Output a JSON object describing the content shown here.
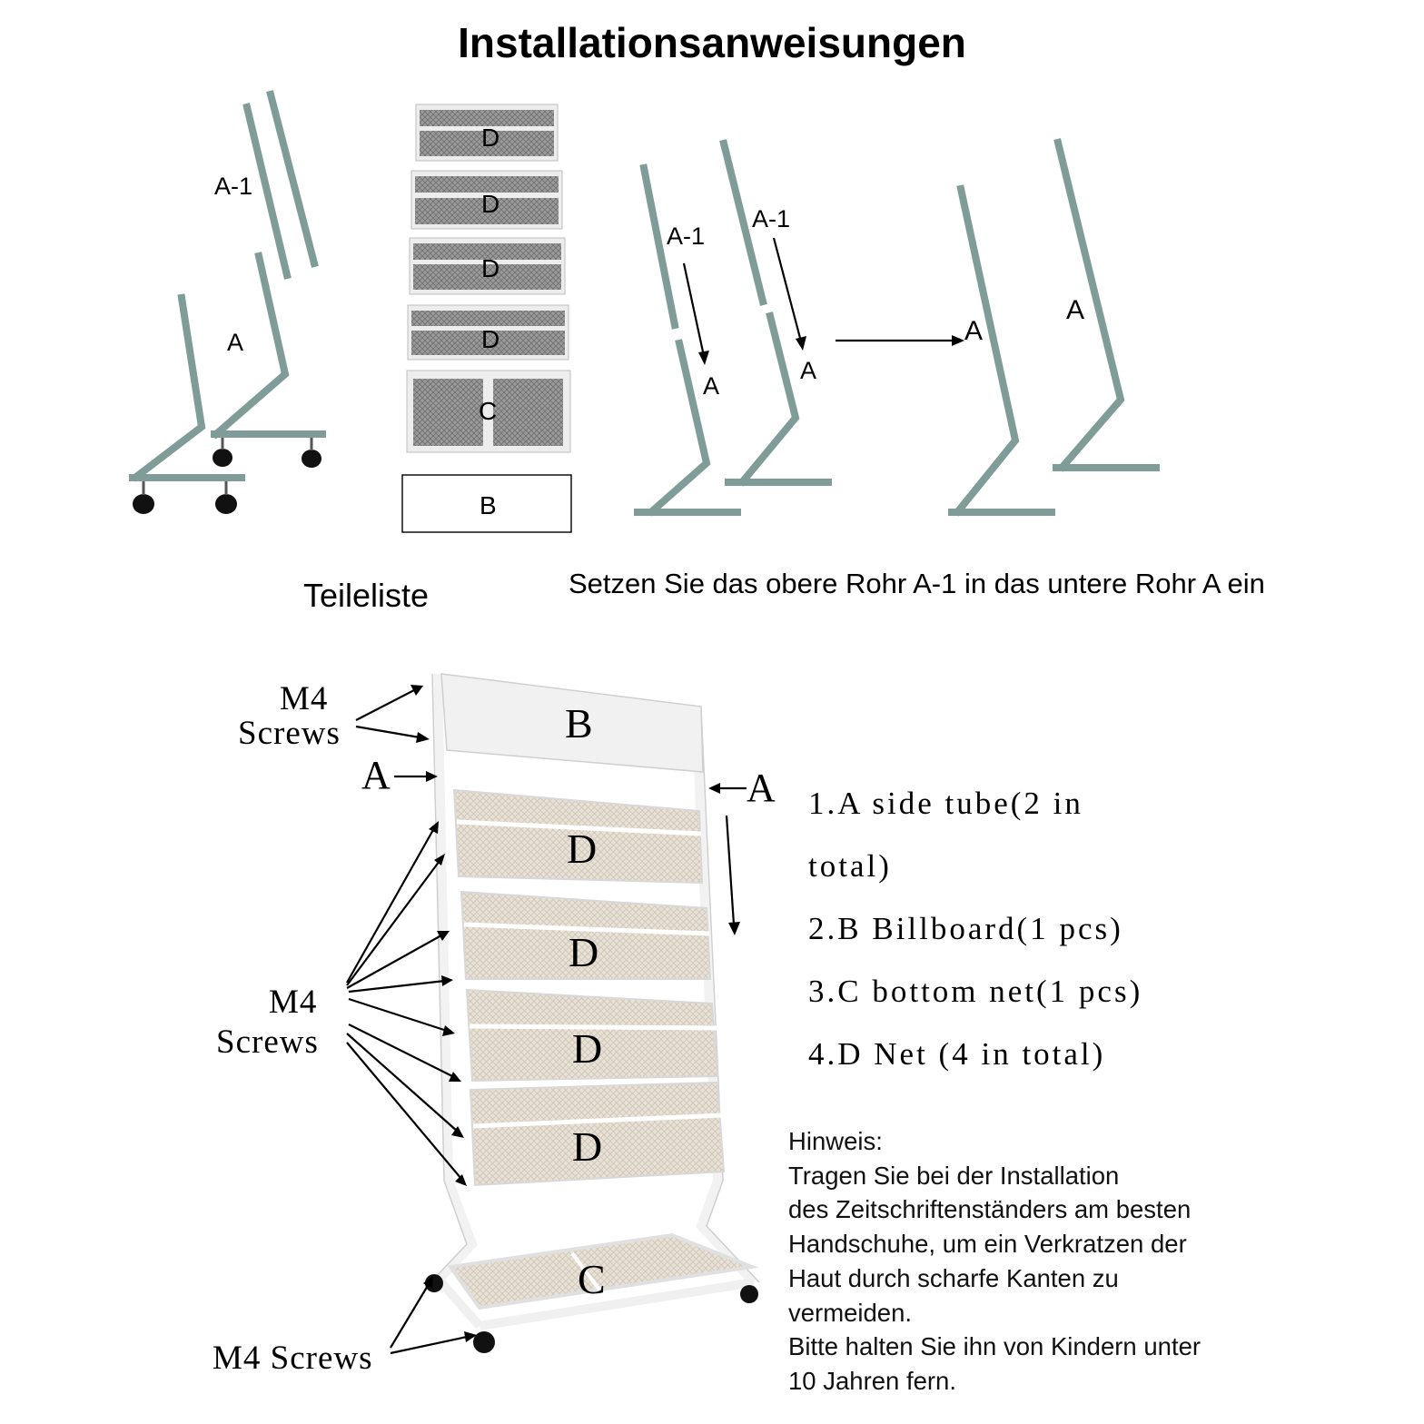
{
  "title": "Installationsanweisungen",
  "captions": {
    "parts_list": "Teileliste",
    "insert_instruction": "Setzen Sie das obere Rohr A-1 in das untere Rohr A ein"
  },
  "part_labels": {
    "upper_tube": "A-1",
    "lower_tube": "A",
    "net_panel": "D",
    "bottom_net": "C",
    "billboard": "B"
  },
  "assembly_labels": {
    "screws_top_line1": "M4",
    "screws_top_line2": "Screws",
    "screws_mid_line1": "M4",
    "screws_mid_line2": "Screws",
    "screws_bottom": "M4 Screws",
    "side_tube_left": "A",
    "side_tube_right": "A",
    "billboard": "B",
    "net": "D",
    "bottom_net": "C"
  },
  "parts_legend": [
    "1.A side tube(2 in",
    "total)",
    "2.B Billboard(1 pcs)",
    "3.C bottom net(1 pcs)",
    "4.D Net (4 in total)"
  ],
  "note": {
    "heading": "Hinweis:",
    "lines": [
      "Tragen Sie bei der Installation",
      "des Zeitschriftenständers am besten",
      "Handschuhe, um ein Verkratzen der",
      "Haut durch scharfe Kanten zu",
      "vermeiden.",
      "Bitte halten Sie ihn von Kindern unter",
      "10 Jahren fern."
    ]
  },
  "colors": {
    "tube": "#7f9c98",
    "frame": "#f2f2f2",
    "mesh": "#8a8a8a"
  }
}
